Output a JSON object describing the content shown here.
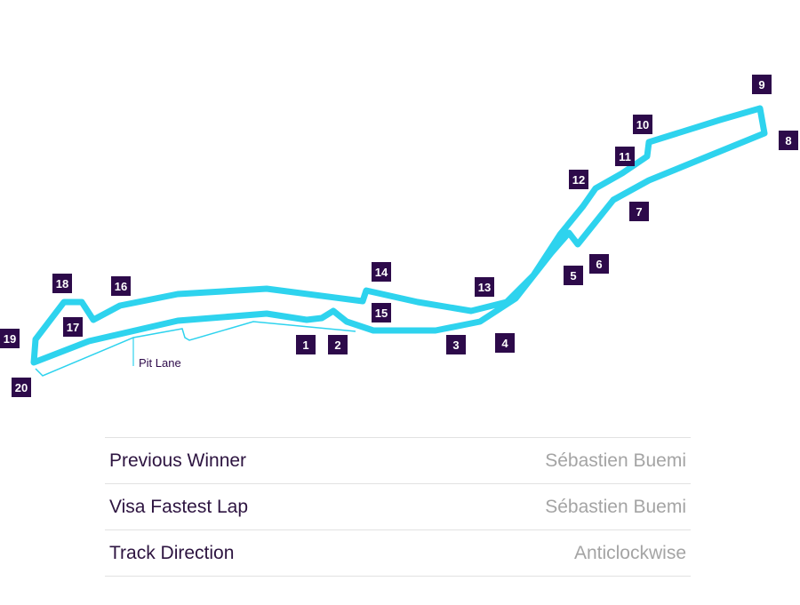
{
  "colors": {
    "track": "#2ed3ee",
    "marker": "#2d0a4a"
  },
  "turns": [
    "1",
    "2",
    "3",
    "4",
    "5",
    "6",
    "7",
    "8",
    "9",
    "10",
    "11",
    "12",
    "13",
    "14",
    "15",
    "16",
    "17",
    "18",
    "19",
    "20"
  ],
  "pit_lane_label": "Pit Lane",
  "info": [
    {
      "label": "Previous Winner",
      "value": "Sébastien Buemi"
    },
    {
      "label": "Visa Fastest Lap",
      "value": "Sébastien Buemi"
    },
    {
      "label": "Track Direction",
      "value": "Anticlockwise"
    }
  ]
}
